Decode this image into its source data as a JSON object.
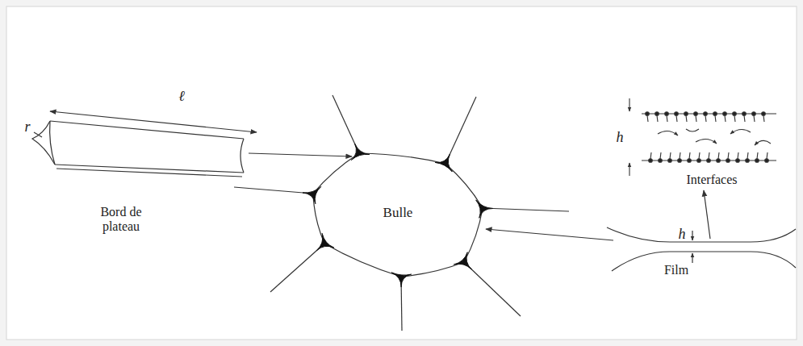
{
  "diagram": {
    "nodes": [
      {
        "text": [
          "Bulle"
        ]
      }
    ],
    "labels": [
      "ℓ",
      "r",
      "Bord de plateau",
      "h",
      "Interfaces",
      "h",
      "Film"
    ]
  }
}
